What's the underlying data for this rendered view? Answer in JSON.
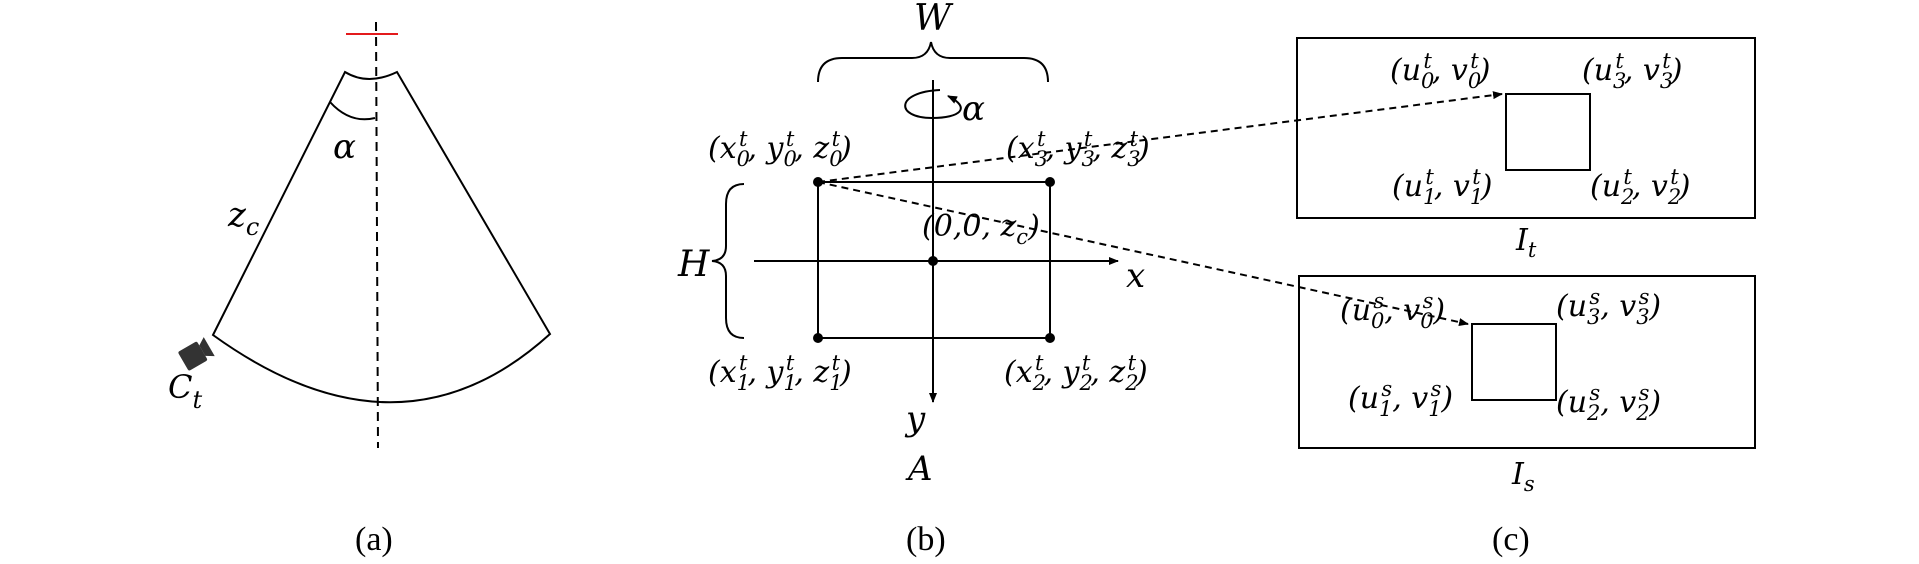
{
  "panel_a": {
    "alpha": "α",
    "zc_base": "z",
    "zc_sub": "c",
    "ct_base": "C",
    "ct_sub": "t",
    "caption": "(a)",
    "red_mark_color": "#e31a1c"
  },
  "panel_b": {
    "W": "W",
    "H": "H",
    "alpha": "α",
    "x_axis": "x",
    "y_axis": "y",
    "A": "A",
    "center": "(0,0, z",
    "center_sub": "c",
    "center_close": ")",
    "caption": "(b)",
    "corners": {
      "c0": [
        "(x",
        "0",
        "t",
        ", y",
        "0",
        "t",
        ", z",
        "0",
        "t",
        ")"
      ],
      "c1": [
        "(x",
        "1",
        "t",
        ", y",
        "1",
        "t",
        ", z",
        "1",
        "t",
        ")"
      ],
      "c2": [
        "(x",
        "2",
        "t",
        ", y",
        "2",
        "t",
        ", z",
        "2",
        "t",
        ")"
      ],
      "c3": [
        "(x",
        "3",
        "t",
        ", y",
        "3",
        "t",
        ", z",
        "3",
        "t",
        ")"
      ]
    }
  },
  "panel_c": {
    "caption": "(c)",
    "It_base": "I",
    "It_sub": "t",
    "Is_base": "I",
    "Is_sub": "s",
    "top": {
      "u0": [
        "(u",
        "0",
        "t",
        ", v",
        "0",
        "t",
        ")"
      ],
      "u3": [
        "(u",
        "3",
        "t",
        ", v",
        "3",
        "t",
        ")"
      ],
      "u1": [
        "(u",
        "1",
        "t",
        ", v",
        "1",
        "t",
        ")"
      ],
      "u2": [
        "(u",
        "2",
        "t",
        ", v",
        "2",
        "t",
        ")"
      ]
    },
    "bottom": {
      "u0": [
        "(u",
        "0",
        "s",
        ", v",
        "0",
        "s",
        ")"
      ],
      "u3": [
        "(u",
        "3",
        "s",
        ", v",
        "3",
        "s",
        ")"
      ],
      "u1": [
        "(u",
        "1",
        "s",
        ", v",
        "1",
        "s",
        ")"
      ],
      "u2": [
        "(u",
        "2",
        "s",
        ", v",
        "2",
        "s",
        ")"
      ]
    }
  }
}
